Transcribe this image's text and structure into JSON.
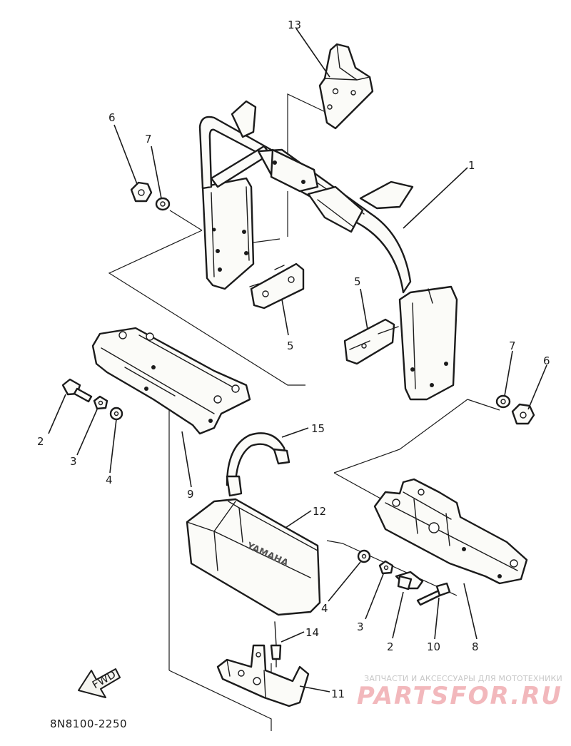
{
  "diagram": {
    "code": "8N8100-2250",
    "direction_arrow": "FWD",
    "battery_brand": "YAMAHA"
  },
  "callouts": [
    {
      "id": "c1",
      "label": "1",
      "part": "guard-frame"
    },
    {
      "id": "c2a",
      "label": "2",
      "part": "bolt"
    },
    {
      "id": "c2b",
      "label": "2",
      "part": "bolt"
    },
    {
      "id": "c3a",
      "label": "3",
      "part": "lock-washer"
    },
    {
      "id": "c3b",
      "label": "3",
      "part": "lock-washer"
    },
    {
      "id": "c4a",
      "label": "4",
      "part": "collar"
    },
    {
      "id": "c4b",
      "label": "4",
      "part": "collar"
    },
    {
      "id": "c5a",
      "label": "5",
      "part": "mounting-plate"
    },
    {
      "id": "c5b",
      "label": "5",
      "part": "mounting-plate"
    },
    {
      "id": "c6a",
      "label": "6",
      "part": "nut"
    },
    {
      "id": "c6b",
      "label": "6",
      "part": "nut"
    },
    {
      "id": "c7a",
      "label": "7",
      "part": "washer"
    },
    {
      "id": "c7b",
      "label": "7",
      "part": "washer"
    },
    {
      "id": "c8",
      "label": "8",
      "part": "bracket-right"
    },
    {
      "id": "c9",
      "label": "9",
      "part": "bracket-left"
    },
    {
      "id": "c10",
      "label": "10",
      "part": "screw"
    },
    {
      "id": "c11",
      "label": "11",
      "part": "cover"
    },
    {
      "id": "c12",
      "label": "12",
      "part": "battery"
    },
    {
      "id": "c13",
      "label": "13",
      "part": "battery-holder"
    },
    {
      "id": "c14",
      "label": "14",
      "part": "pin"
    },
    {
      "id": "c15",
      "label": "15",
      "part": "band"
    }
  ],
  "watermark": {
    "caption": "ЗАПЧАСТИ И АКСЕССУАРЫ ДЛЯ МОТОТЕХНИКИ",
    "logo": "PARTSFOR.RU",
    "color": "#f2b8bc"
  }
}
